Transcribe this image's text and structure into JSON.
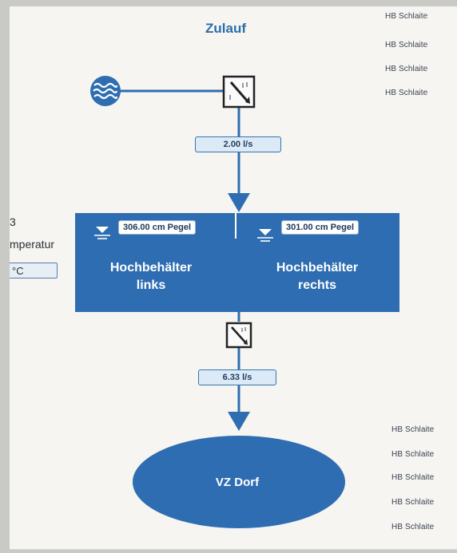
{
  "title": "Zulauf",
  "right_top_labels": [
    "HB Schlaite",
    "HB Schlaite",
    "HB Schlaite",
    "HB Schlaite"
  ],
  "right_bottom_labels": [
    "HB Schlaite",
    "HB Schlaite",
    "HB Schlaite",
    "HB Schlaite",
    "HB Schlaite"
  ],
  "left_panel": {
    "line1": "3",
    "line2": "mperatur",
    "field": "°C"
  },
  "inflow": {
    "value": "2.00 l/s"
  },
  "outflow": {
    "value": "6.33 l/s"
  },
  "tank": {
    "left": {
      "pegel": "306.00 cm Pegel",
      "name_line1": "Hochbehälter",
      "name_line2": "links"
    },
    "right": {
      "pegel": "301.00 cm Pegel",
      "name_line1": "Hochbehälter",
      "name_line2": "rechts"
    }
  },
  "destination": "VZ Dorf",
  "colors": {
    "primary": "#2e6db1",
    "background": "#f6f5f1",
    "flow_box": "#dce9f6"
  },
  "icons": [
    "water-source-icon",
    "flow-meter-icon",
    "water-level-icon"
  ]
}
